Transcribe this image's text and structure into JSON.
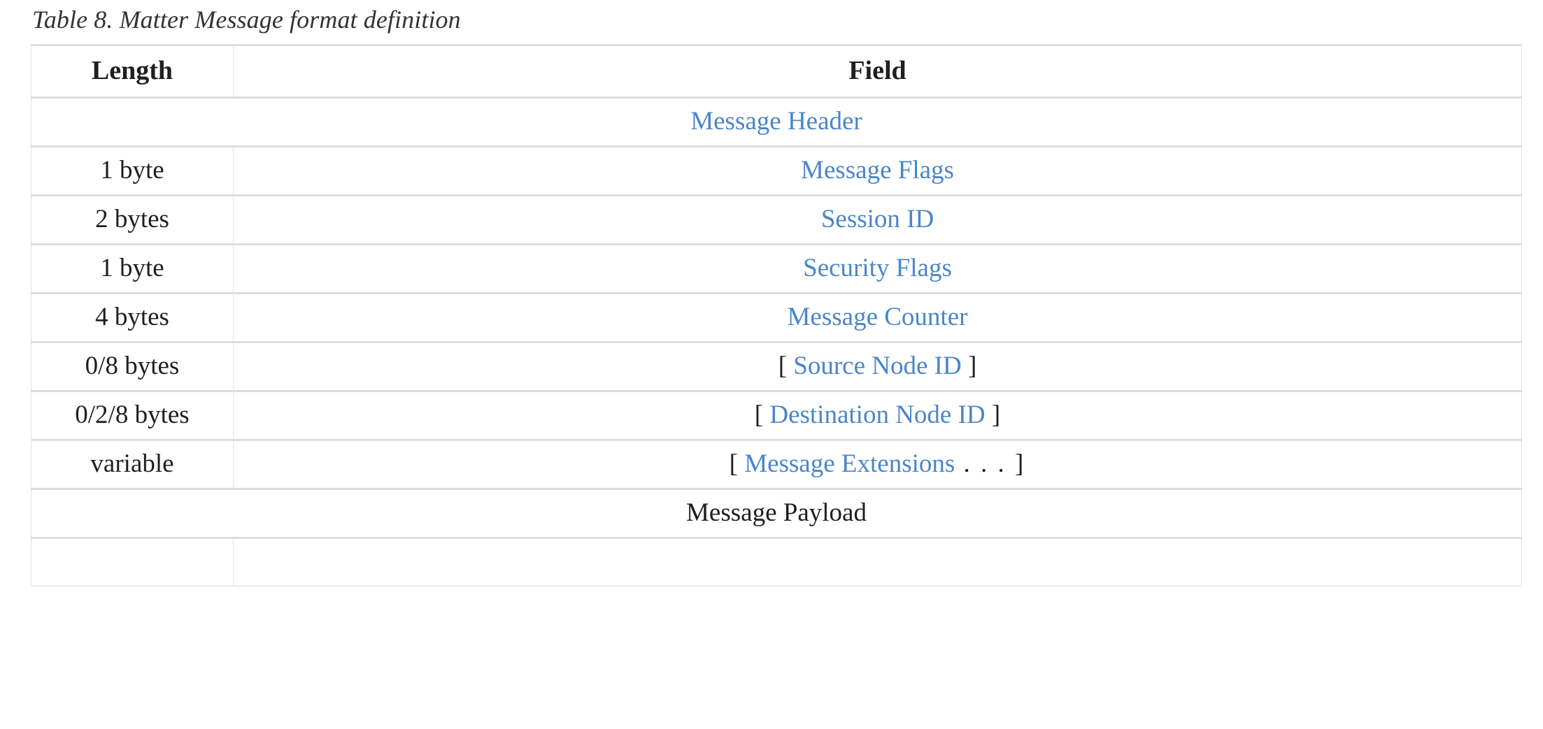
{
  "caption": "Table 8. Matter Message format definition",
  "colors": {
    "link": "#4a86c8",
    "text": "#1f1f1f",
    "caption": "#333333",
    "border": "#dddddd",
    "background": "#ffffff"
  },
  "table": {
    "headers": {
      "length": "Length",
      "field": "Field"
    },
    "rows": [
      {
        "kind": "section",
        "length": "",
        "field_prefix": "",
        "field_link": "Message Header",
        "field_suffix": "",
        "span": true,
        "link": true
      },
      {
        "kind": "field",
        "length": "1 byte",
        "field_prefix": "",
        "field_link": "Message Flags",
        "field_suffix": "",
        "span": false,
        "link": true
      },
      {
        "kind": "field",
        "length": "2 bytes",
        "field_prefix": "",
        "field_link": "Session ID",
        "field_suffix": "",
        "span": false,
        "link": true
      },
      {
        "kind": "field",
        "length": "1 byte",
        "field_prefix": "",
        "field_link": "Security Flags",
        "field_suffix": "",
        "span": false,
        "link": true
      },
      {
        "kind": "field",
        "length": "4 bytes",
        "field_prefix": "",
        "field_link": "Message Counter",
        "field_suffix": "",
        "span": false,
        "link": true
      },
      {
        "kind": "field",
        "length": "0/8 bytes",
        "field_prefix": "[ ",
        "field_link": "Source Node ID",
        "field_suffix": " ]",
        "span": false,
        "link": true
      },
      {
        "kind": "field",
        "length": "0/2/8 bytes",
        "field_prefix": "[ ",
        "field_link": "Destination Node ID",
        "field_suffix": " ]",
        "span": false,
        "link": true
      },
      {
        "kind": "field",
        "length": "variable",
        "field_prefix": "[ ",
        "field_link": "Message Extensions",
        "field_suffix": " . . . ]",
        "span": false,
        "link": true
      },
      {
        "kind": "section",
        "length": "",
        "field_prefix": "",
        "field_link": "Message Payload",
        "field_suffix": "",
        "span": true,
        "link": false
      },
      {
        "kind": "partial",
        "length": "",
        "field_prefix": "",
        "field_link": "",
        "field_suffix": "",
        "span": false,
        "link": false
      }
    ]
  }
}
